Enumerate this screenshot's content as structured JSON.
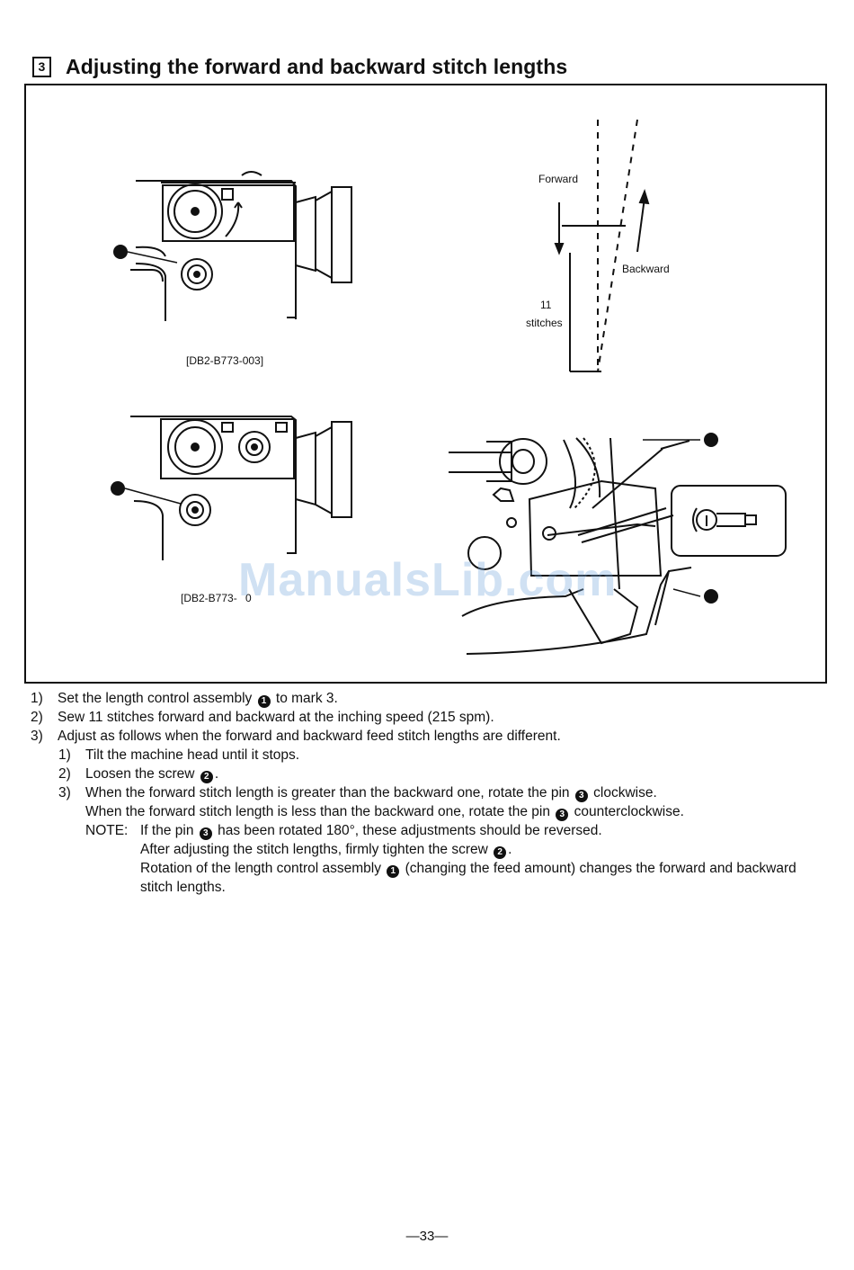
{
  "section": {
    "number": "3",
    "title": "Adjusting the forward and backward stitch lengths"
  },
  "figures": {
    "top_left_code": "[DB2-B773-003]",
    "bottom_left_code": "[DB2-B773-",
    "bottom_left_code_tail": "0",
    "stitch_diagram": {
      "forward": "Forward",
      "backward": "Backward",
      "count": "11",
      "count_unit": "stitches"
    },
    "callouts": {
      "one": "1",
      "two": "2",
      "three": "3"
    }
  },
  "watermark": "ManualsLib.com",
  "steps": {
    "s1_num": "1)",
    "s1_a": "Set the length control assembly",
    "s1_b": "to mark 3.",
    "s2_num": "2)",
    "s2": "Sew 11 stitches forward and backward at the inching speed (215 spm).",
    "s3_num": "3)",
    "s3": "Adjust as follows when the forward and backward feed stitch lengths are different.",
    "s3_1_num": "1)",
    "s3_1": "Tilt the machine head until it stops.",
    "s3_2_num": "2)",
    "s3_2_a": "Loosen the screw",
    "s3_2_b": ".",
    "s3_3_num": "3)",
    "s3_3_a": "When the forward stitch length is greater than the backward one, rotate the pin",
    "s3_3_b": "clockwise.",
    "s3_3c": "When the forward stitch length is less than the backward one, rotate the pin",
    "s3_3d": "counterclockwise.",
    "note_label": "NOTE:",
    "note_a": "If the pin",
    "note_b": "has been rotated 180°, these adjustments should be reversed.",
    "note2_a": "After adjusting the stitch lengths, firmly tighten the screw",
    "note2_b": ".",
    "note3_a": "Rotation of the length control assembly",
    "note3_b": "(changing the feed amount) changes the forward and backward stitch lengths."
  },
  "page_number": "—33—"
}
